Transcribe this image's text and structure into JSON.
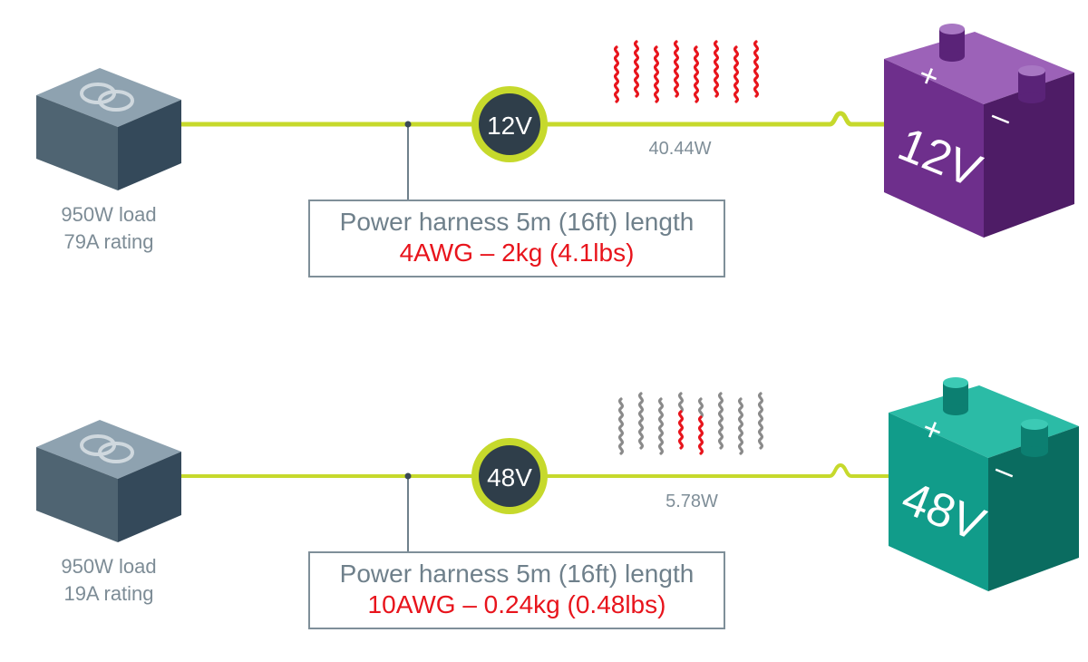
{
  "colors": {
    "cable": "#c6d92c",
    "node_fill": "#3a4a56",
    "node_ring": "#c6d92c",
    "heat_red": "#e8141c",
    "heat_grey": "#8a8a8a",
    "box_border": "#7f8f99",
    "label_grey": "#7d8c96",
    "emphasis_red": "#e8141c",
    "battery_12v": "#7a3a9a",
    "battery_48v": "#0f9a88",
    "load_box": "#5b6f7d"
  },
  "systems": [
    {
      "load_line1": "950W load",
      "load_line2": "79A rating",
      "voltage_label": "12V",
      "loss": "40.44W",
      "harness_title": "Power harness 5m (16ft) length",
      "harness_spec": "4AWG – 2kg (4.1lbs)",
      "battery_label": "12V",
      "battery_plus": "+",
      "battery_minus": "–",
      "heat_icon": "heat-waves-icon",
      "heat_level": "high"
    },
    {
      "load_line1": "950W load",
      "load_line2": "19A rating",
      "voltage_label": "48V",
      "loss": "5.78W",
      "harness_title": "Power harness 5m (16ft) length",
      "harness_spec": "10AWG – 0.24kg (0.48lbs)",
      "battery_label": "48V",
      "battery_plus": "+",
      "battery_minus": "–",
      "heat_icon": "heat-waves-icon",
      "heat_level": "low"
    }
  ]
}
